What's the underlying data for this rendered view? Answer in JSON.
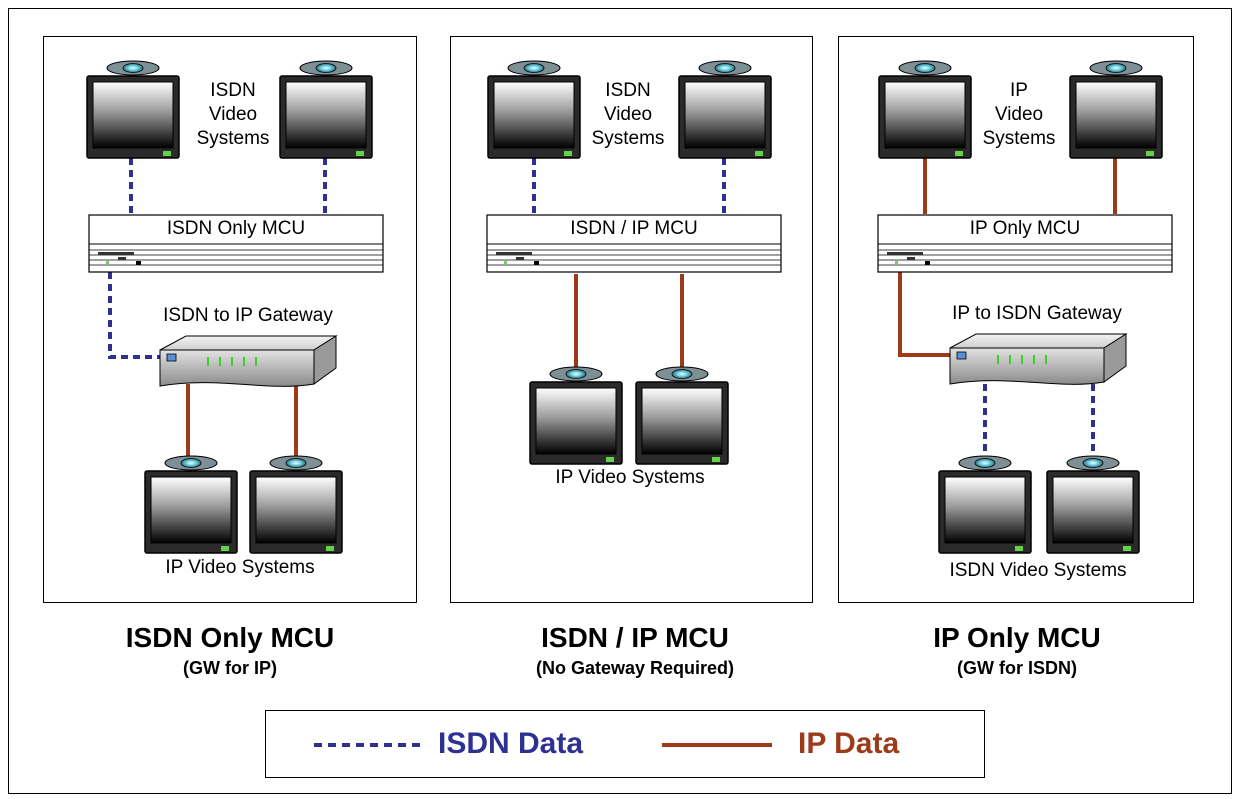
{
  "colors": {
    "isdn": "#2e3192",
    "ip": "#9c3a1a"
  },
  "panels": [
    {
      "top_systems_label": [
        "ISDN",
        "Video",
        "Systems"
      ],
      "mcu_label": "ISDN Only MCU",
      "gateway_label": "ISDN to IP Gateway",
      "bottom_systems_label": "IP Video Systems",
      "title": "ISDN Only MCU",
      "subtitle": "(GW for IP)"
    },
    {
      "top_systems_label": [
        "ISDN",
        "Video",
        "Systems"
      ],
      "mcu_label": "ISDN / IP MCU",
      "bottom_systems_label": "IP Video Systems",
      "title": "ISDN / IP MCU",
      "subtitle": "(No Gateway Required)"
    },
    {
      "top_systems_label": [
        "IP",
        "Video",
        "Systems"
      ],
      "mcu_label": "IP Only MCU",
      "gateway_label": "IP to ISDN Gateway",
      "bottom_systems_label": "ISDN Video Systems",
      "title": "IP Only MCU",
      "subtitle": "(GW for ISDN)"
    }
  ],
  "legend": {
    "isdn_label": "ISDN Data",
    "ip_label": "IP Data"
  }
}
